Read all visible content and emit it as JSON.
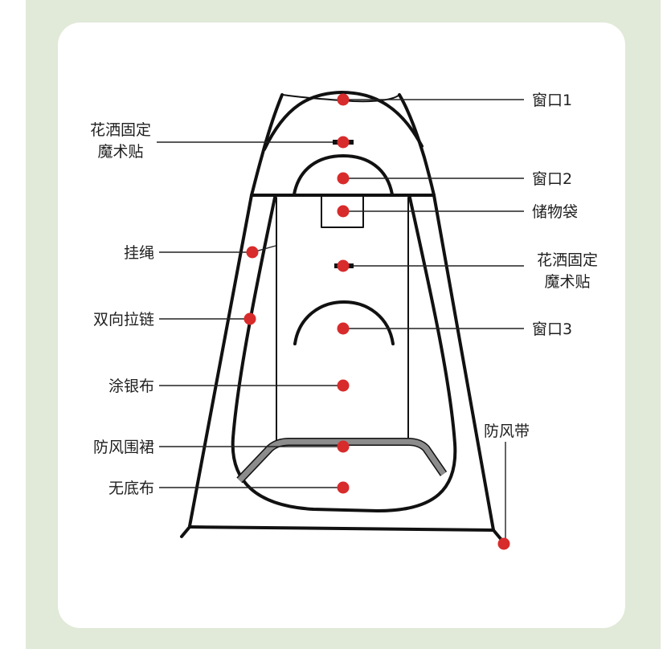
{
  "diagram": {
    "labels": {
      "window_1": "窗口1",
      "shower_velcro_top_line1": "花洒固定",
      "shower_velcro_top_line2": "魔术贴",
      "window_2": "窗口2",
      "storage_bag": "储物袋",
      "hanging_rope": "挂绳",
      "shower_velcro_mid_line1": "花洒固定",
      "shower_velcro_mid_line2": "魔术贴",
      "two_way_zipper": "双向拉链",
      "window_3": "窗口3",
      "silver_coated_fabric": "涂银布",
      "windproof_skirt": "防风围裙",
      "windproof_strap": "防风带",
      "no_floor_fabric": "无底布"
    },
    "colors": {
      "background": "#e1e9d8",
      "card": "#ffffff",
      "marker": "#d82b2b",
      "line": "#111111",
      "skirt": "#8c8c8c"
    }
  }
}
